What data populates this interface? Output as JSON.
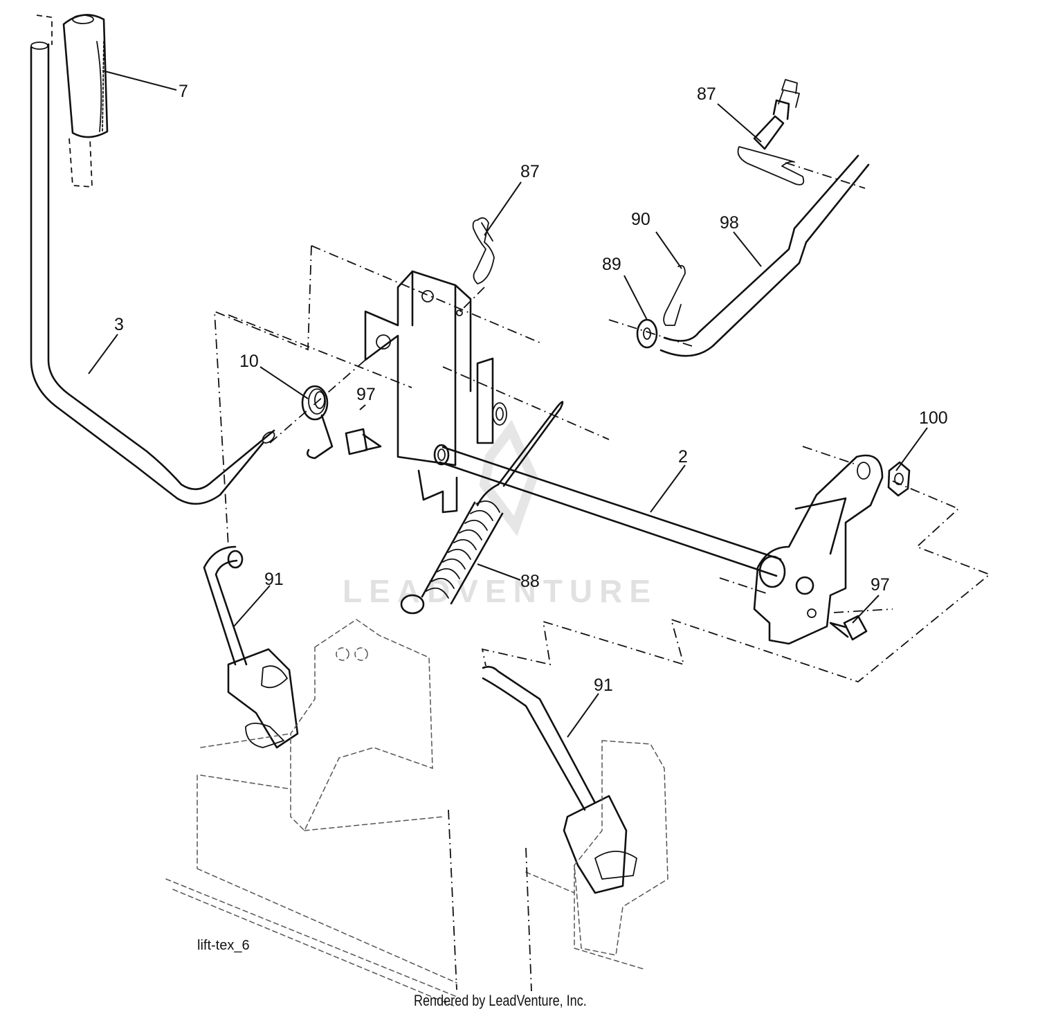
{
  "diagram": {
    "figure_id": "lift-tex_6",
    "credit": "Rendered by LeadVenture, Inc.",
    "watermark": "LEADVENTURE",
    "callouts": [
      {
        "id": "c7",
        "label": "7",
        "part": "handle grip"
      },
      {
        "id": "c3",
        "label": "3",
        "part": "lift lever"
      },
      {
        "id": "c10",
        "label": "10",
        "part": "torsion spring"
      },
      {
        "id": "c87a",
        "label": "87",
        "part": "hair pin clip (bracket)"
      },
      {
        "id": "c97a",
        "label": "97",
        "part": "bolt (left)"
      },
      {
        "id": "c87b",
        "label": "87",
        "part": "hair pin clip (rod end)"
      },
      {
        "id": "c90",
        "label": "90",
        "part": "cotter pin"
      },
      {
        "id": "c89",
        "label": "89",
        "part": "washer"
      },
      {
        "id": "c98",
        "label": "98",
        "part": "adjust rod"
      },
      {
        "id": "c100",
        "label": "100",
        "part": "nut"
      },
      {
        "id": "c2",
        "label": "2",
        "part": "lift shaft"
      },
      {
        "id": "c88",
        "label": "88",
        "part": "extension spring"
      },
      {
        "id": "c91a",
        "label": "91",
        "part": "deck link (left)"
      },
      {
        "id": "c97b",
        "label": "97",
        "part": "bolt (right)"
      },
      {
        "id": "c91b",
        "label": "91",
        "part": "deck link (right)"
      }
    ]
  }
}
